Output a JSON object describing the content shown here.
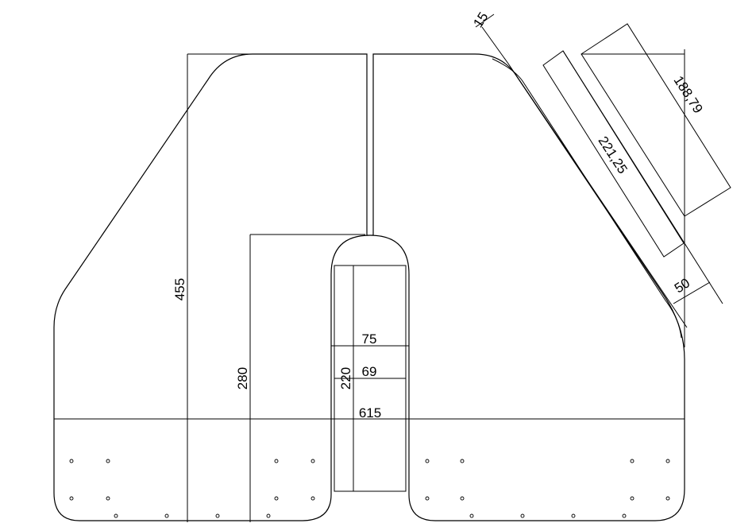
{
  "dimensions": {
    "height_total": "455",
    "height_slot": "280",
    "slot_inner_height": "220",
    "slot_outer_width": "75",
    "slot_inner_width": "69",
    "width_total": "615",
    "chamfer_offset": "15",
    "chamfer_inner_length": "188,79",
    "chamfer_outer_length": "221,25",
    "chamfer_gap": "50"
  }
}
